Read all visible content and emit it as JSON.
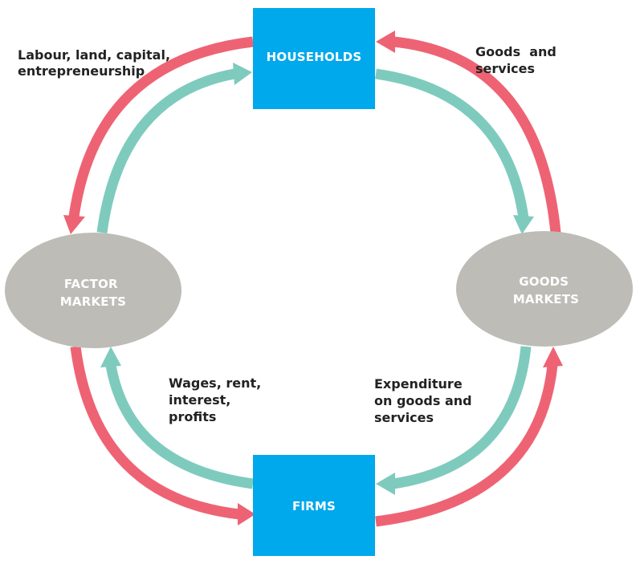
{
  "colors": {
    "real_flow": "#EE6373",
    "money_flow": "#7ECBBE",
    "sector_box": "#00A8EC",
    "market_ellipse": "#BDBCB7",
    "box_text": "#FFFFFF",
    "label_text": "#222222"
  },
  "nodes": {
    "households": "HOUSEHOLDS",
    "firms": "FIRMS",
    "factor_markets": [
      "FACTOR",
      "MARKETS"
    ],
    "goods_markets": [
      "GOODS",
      "MARKETS"
    ]
  },
  "labels": {
    "factor_services": [
      "Labour, land, capital,",
      "entrepreneurship"
    ],
    "goods_services": [
      "Goods  and",
      "services"
    ],
    "factor_incomes": [
      "Wages, rent,",
      "interest,",
      "profits"
    ],
    "expenditure": [
      "Expenditure",
      "on goods and",
      "services"
    ]
  }
}
